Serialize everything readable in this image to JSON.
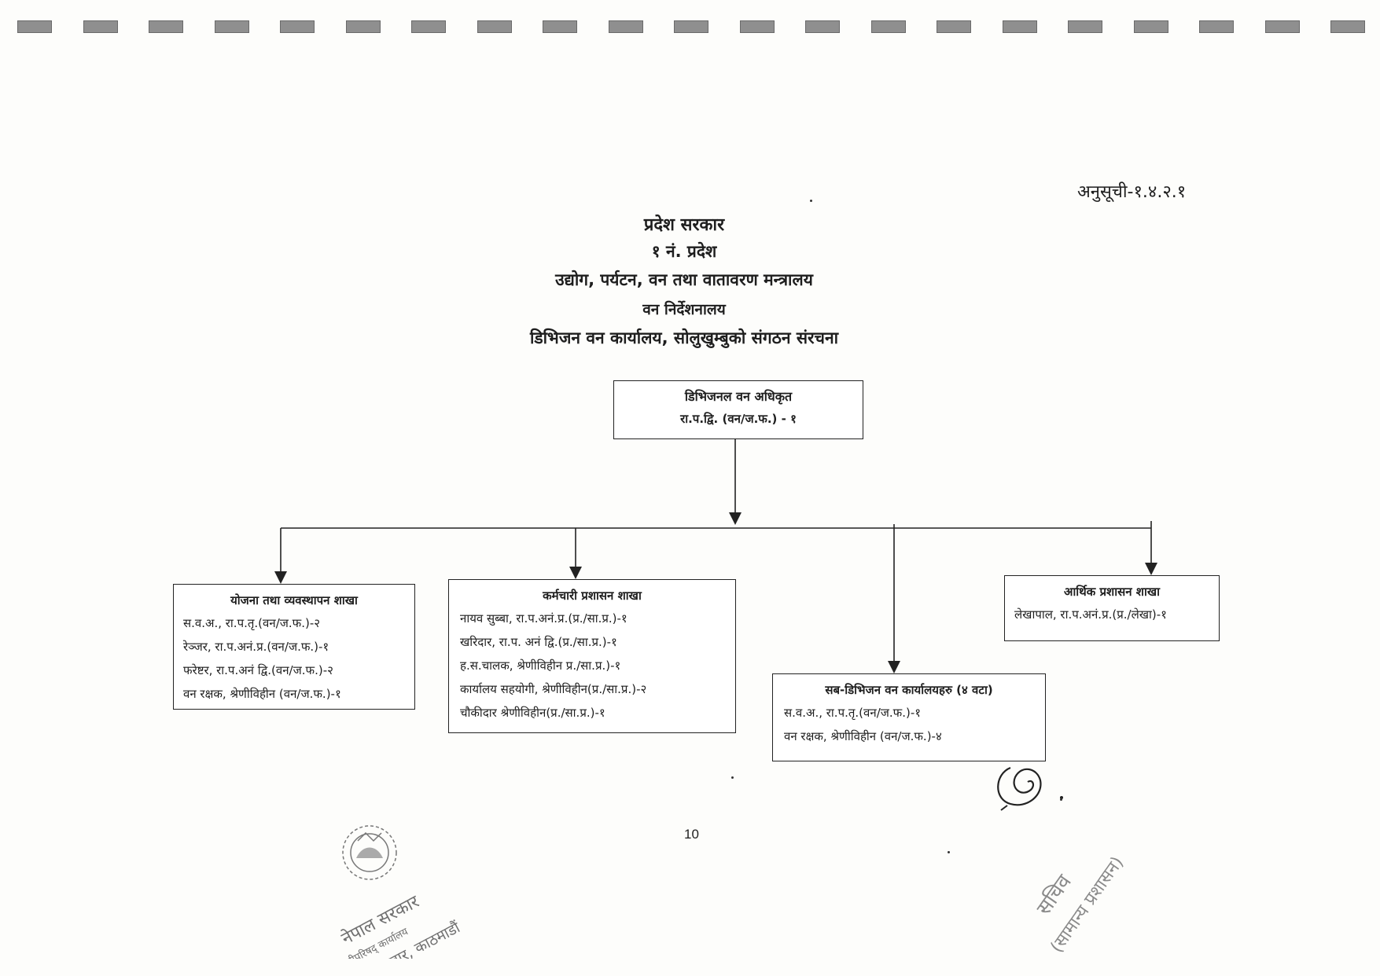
{
  "annex_label": "अनुसूची-१.४.२.१",
  "header": {
    "line1": "प्रदेश सरकार",
    "line2": "१ नं. प्रदेश",
    "line3": "उद्योग, पर्यटन, वन तथा वातावरण मन्त्रालय",
    "line4": "वन निर्देशनालय",
    "line5": "डिभिजन वन कार्यालय, सोलुखुम्बुको संगठन संरचना"
  },
  "top_node": {
    "title": "डिभिजनल वन अधिकृत",
    "post": "रा.प.द्वि. (वन/ज.फ.) - १"
  },
  "branches": [
    {
      "title": "योजना तथा व्यवस्थापन शाखा",
      "posts": [
        "स.व.अ., रा.प.तृ.(वन/ज.फ.)-२",
        "रेञ्जर, रा.प.अनं.प्र.(वन/ज.फ.)-१",
        "फरेष्टर, रा.प.अनं द्वि.(वन/ज.फ.)-२",
        "वन रक्षक, श्रेणीविहीन (वन/ज.फ.)-१"
      ]
    },
    {
      "title": "कर्मचारी प्रशासन शाखा",
      "posts": [
        "नायव सुब्बा, रा.प.अनं.प्र.(प्र./सा.प्र.)-१",
        "खरिदार, रा.प. अनं द्वि.(प्र./सा.प्र.)-१",
        "ह.स.चालक, श्रेणीविहीन प्र./सा.प्र.)-१",
        "कार्यालय सहयोगी, श्रेणीविहीन(प्र./सा.प्र.)-२",
        "चौकीदार श्रेणीविहीन(प्र./सा.प्र.)-१"
      ]
    },
    {
      "title": "सब-डिभिजन वन कार्यालयहरु (४ वटा)",
      "posts": [
        "स.व.अ., रा.प.तृ.(वन/ज.फ.)-१",
        "वन रक्षक, श्रेणीविहीन (वन/ज.फ.)-४"
      ]
    },
    {
      "title": "आर्थिक प्रशासन शाखा",
      "posts": [
        "लेखापाल, रा.प.अनं.प्र.(प्र./लेखा)-१"
      ]
    }
  ],
  "page_number": "10",
  "stamp_left": {
    "line1": "नेपाल सरकार",
    "line2": "मन्त्रीपरिषद् कार्यालय",
    "line3": "सिंहदरबार, काठमाडौं"
  },
  "stamp_right": {
    "line1": "सचिव",
    "line2": "(सामान्य प्रशासन)"
  }
}
